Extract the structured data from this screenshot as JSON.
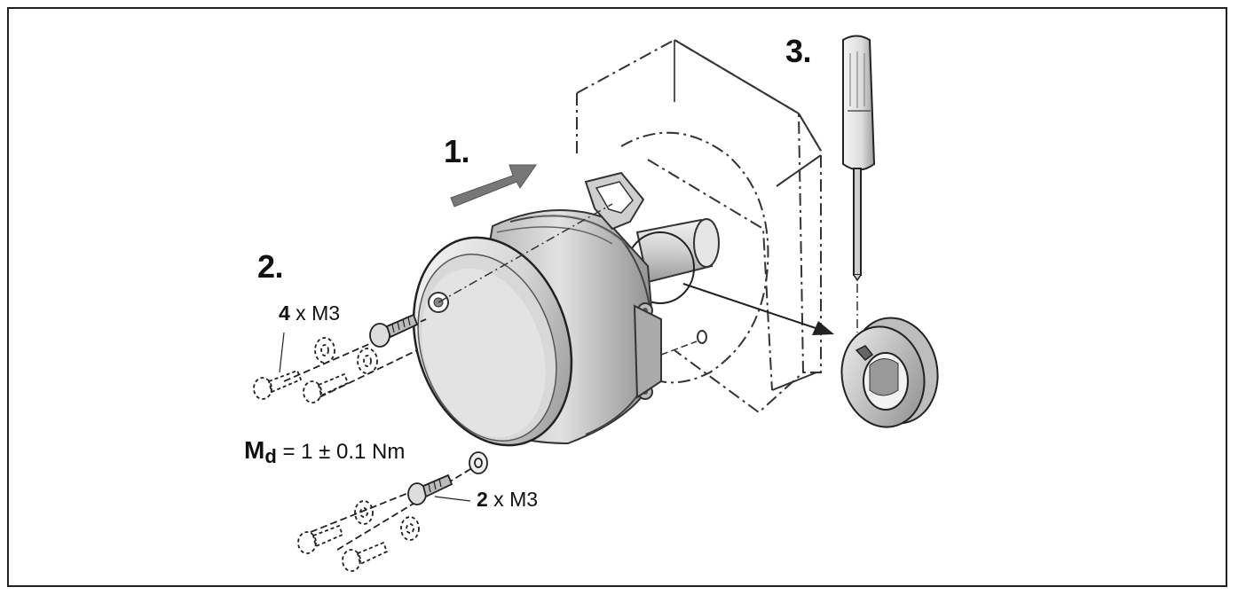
{
  "steps": {
    "step1": "1.",
    "step2": "2.",
    "step3": "3."
  },
  "screws_rear": {
    "count": "4",
    "text": " x M3"
  },
  "screws_front": {
    "count": "2",
    "text": " x M3"
  },
  "torque": {
    "symbol": "M",
    "subscript": "d",
    "value": " = 1 ± 0.1 Nm"
  }
}
